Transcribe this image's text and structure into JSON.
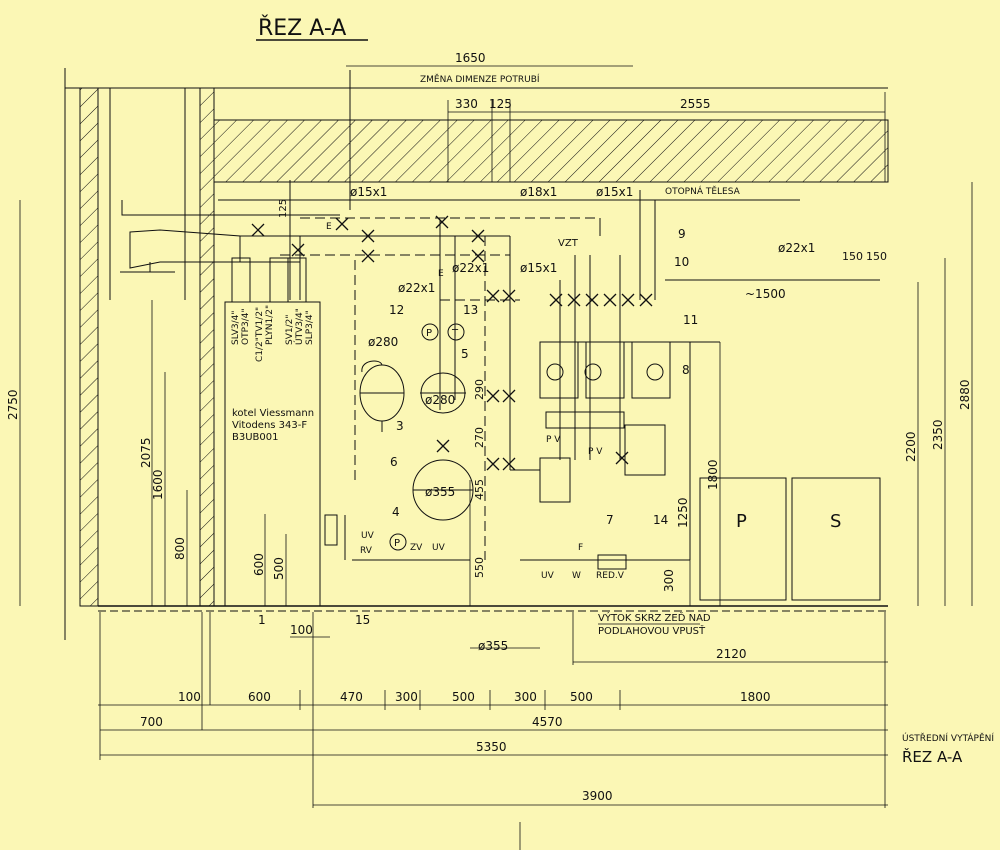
{
  "title": "ŘEZ A-A",
  "colors": {
    "background": "#fbf7b5",
    "line": "#111111"
  },
  "top_dims": {
    "d1650": "1650",
    "note": "ZMĚNA DIMENZE POTRUBÍ",
    "d330": "330",
    "d125": "125",
    "d2555": "2555"
  },
  "pipes": {
    "p15a": "ø15x1",
    "p18": "ø18x1",
    "p15b": "ø15x1",
    "otopna": "OTOPNÁ TĚLESA",
    "vzt": "VZT",
    "p22a": "ø22x1",
    "p15c": "ø15x1",
    "p22b": "ø22x1",
    "p22c": "ø22x1",
    "d150a": "150",
    "d150b": "150",
    "d1500": "~1500",
    "d125v": "125"
  },
  "boiler": {
    "conn": [
      "SLV3/4\"",
      "OTP3/4\"",
      "C1/2\"TV1/2\"",
      "PLYN1/2\"",
      "SV1/2\"",
      "ÚTV3/4\"",
      "SLP3/4\""
    ],
    "label1": "kotel Viessmann",
    "label2": "Vitodens 343-F",
    "label3": "B3UB001"
  },
  "tanks": {
    "t1": "ø280",
    "t2": "ø280",
    "t3": "ø355",
    "floor": "ø355"
  },
  "numbers": [
    "1",
    "3",
    "4",
    "5",
    "6",
    "7",
    "8",
    "9",
    "10",
    "11",
    "12",
    "13",
    "14",
    "15"
  ],
  "gauges": {
    "p": "P",
    "t": "T"
  },
  "valves": {
    "uv1": "UV",
    "rv": "RV",
    "zv": "ZV",
    "uv2": "UV",
    "uv3": "UV",
    "w": "W",
    "f": "F",
    "redv": "RED.V",
    "pv1": "P  V",
    "pv2": "P    V",
    "e1": "E",
    "e2": "E"
  },
  "vertical_dims": {
    "d290": "290",
    "d270": "270",
    "d455": "455",
    "d550": "550",
    "d600": "600",
    "d500": "500",
    "d800": "800",
    "d1600": "1600",
    "d2075": "2075",
    "d2750": "2750",
    "d1800": "1800",
    "d1250": "1250",
    "d300": "300",
    "d2200": "2200",
    "d2350": "2350",
    "d2880": "2880"
  },
  "cabinets": {
    "p": "P",
    "s": "S"
  },
  "note_out1": "VÝTOK SKRZ ZEĎ NAD",
  "note_out2": "PODLAHOVOU VPUSŤ",
  "bottom_dims": {
    "d100a": "100",
    "d2120": "2120",
    "row1": [
      "100",
      "600",
      "470",
      "300",
      "500",
      "300",
      "500",
      "1800"
    ],
    "d700": "700",
    "d4570": "4570",
    "d5350": "5350",
    "d3900": "3900"
  },
  "stamp": {
    "line1": "ÚSTŘEDNÍ VYTÁPĚNÍ",
    "line2": "ŘEZ A-A"
  }
}
